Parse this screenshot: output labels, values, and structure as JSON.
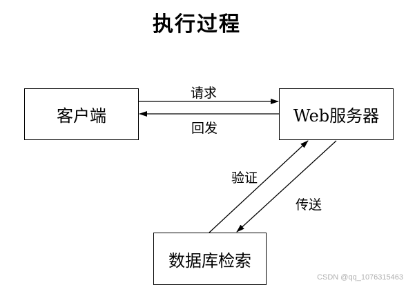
{
  "title": "执行过程",
  "nodes": {
    "client": "客户端",
    "server": "Web服务器",
    "database": "数据库检索"
  },
  "edges": {
    "request": "请求",
    "reply": "回发",
    "verify": "验证",
    "transmit": "传送"
  },
  "watermark": "CSDN @qq_1076315463"
}
